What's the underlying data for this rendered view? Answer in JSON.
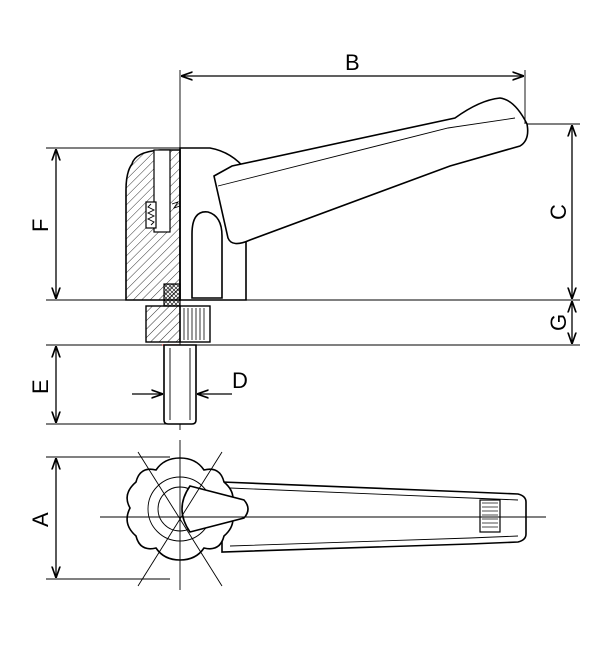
{
  "drawing": {
    "title": "",
    "dimensions": {
      "a": "A",
      "b": "B",
      "c": "C",
      "d": "D",
      "e": "E",
      "f": "F",
      "g": "G"
    }
  }
}
